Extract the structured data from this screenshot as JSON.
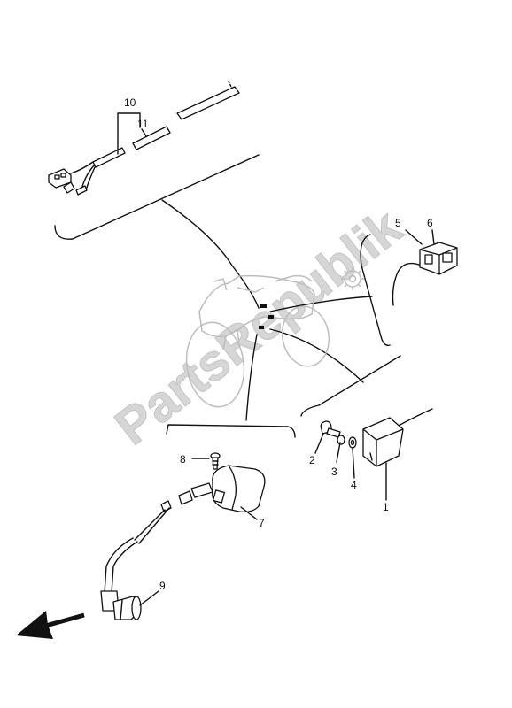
{
  "watermark": {
    "text": "PartsRepublik"
  },
  "callouts": {
    "p1": "1",
    "p2": "2",
    "p3": "3",
    "p4": "4",
    "p5": "5",
    "p6": "6",
    "p7": "7",
    "p8": "8",
    "p9": "9",
    "p10": "10",
    "p11": "11"
  }
}
